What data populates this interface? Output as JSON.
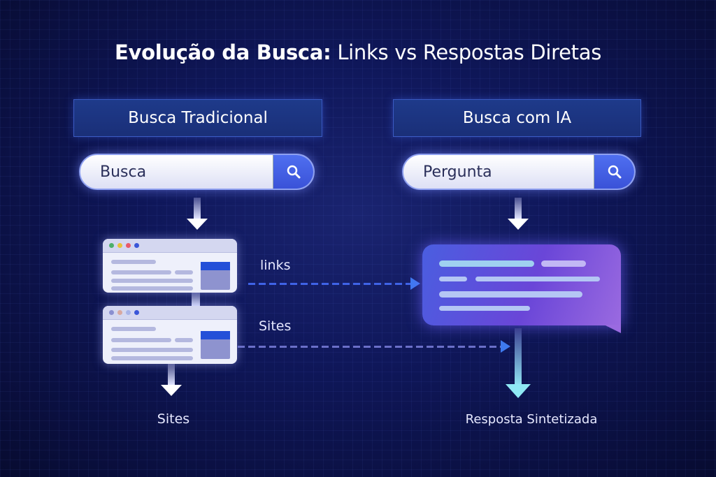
{
  "title": {
    "bold": "Evolução da Busca:",
    "regular": "Links vs Respostas Diretas"
  },
  "left": {
    "header": "Busca Tradicional",
    "search_value": "Busca",
    "label_links": "links",
    "label_sites": "Sites",
    "bottom_label": "Sites"
  },
  "right": {
    "header": "Busca com IA",
    "search_value": "Pergunta",
    "bottom_label": "Resposta Sintetizada"
  }
}
